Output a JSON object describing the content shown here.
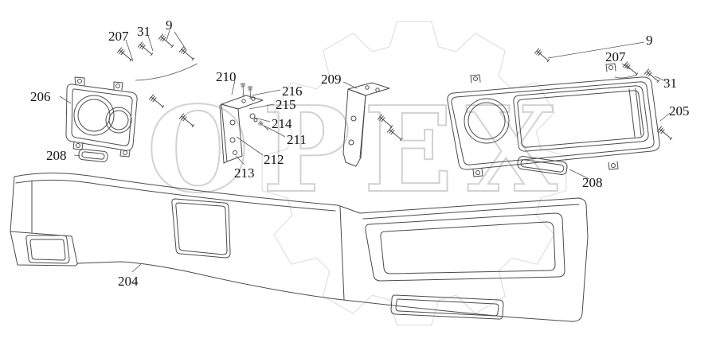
{
  "diagram": {
    "watermark": "OPEX",
    "labels": {
      "l207_left": "207",
      "l31_left": "31",
      "l9_left": "9",
      "l206": "206",
      "l208_left": "208",
      "l210": "210",
      "l216": "216",
      "l215": "215",
      "l214": "214",
      "l211": "211",
      "l212": "212",
      "l213": "213",
      "l209": "209",
      "l204": "204",
      "l9_right": "9",
      "l207_right": "207",
      "l31_right": "31",
      "l205": "205",
      "l208_right": "208"
    },
    "colors": {
      "line": "#4b4b4b",
      "leader": "#565656",
      "watermark": "#c3c3c3",
      "gear": "#e0e0e0",
      "label_text": "#121212",
      "background": "#ffffff"
    }
  }
}
